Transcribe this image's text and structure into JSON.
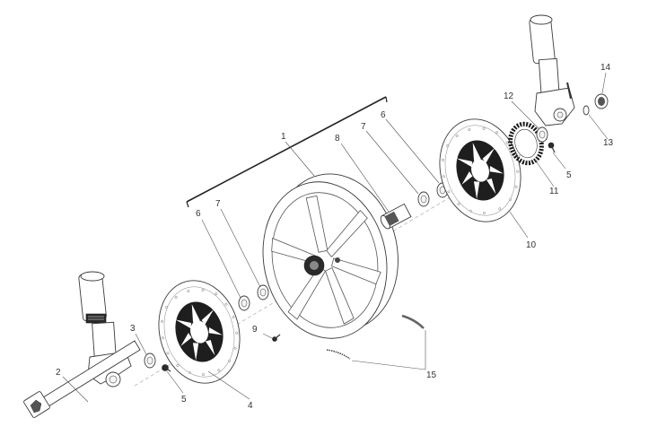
{
  "diagram": {
    "callouts": [
      {
        "id": "1",
        "label": "1"
      },
      {
        "id": "2",
        "label": "2"
      },
      {
        "id": "3",
        "label": "3"
      },
      {
        "id": "4",
        "label": "4"
      },
      {
        "id": "5a",
        "label": "5"
      },
      {
        "id": "5b",
        "label": "5"
      },
      {
        "id": "6a",
        "label": "6"
      },
      {
        "id": "6b",
        "label": "6"
      },
      {
        "id": "7a",
        "label": "7"
      },
      {
        "id": "7b",
        "label": "7"
      },
      {
        "id": "8",
        "label": "8"
      },
      {
        "id": "9",
        "label": "9"
      },
      {
        "id": "10",
        "label": "10"
      },
      {
        "id": "11",
        "label": "11"
      },
      {
        "id": "12",
        "label": "12"
      },
      {
        "id": "13",
        "label": "13"
      },
      {
        "id": "14",
        "label": "14"
      },
      {
        "id": "15",
        "label": "15"
      }
    ]
  }
}
